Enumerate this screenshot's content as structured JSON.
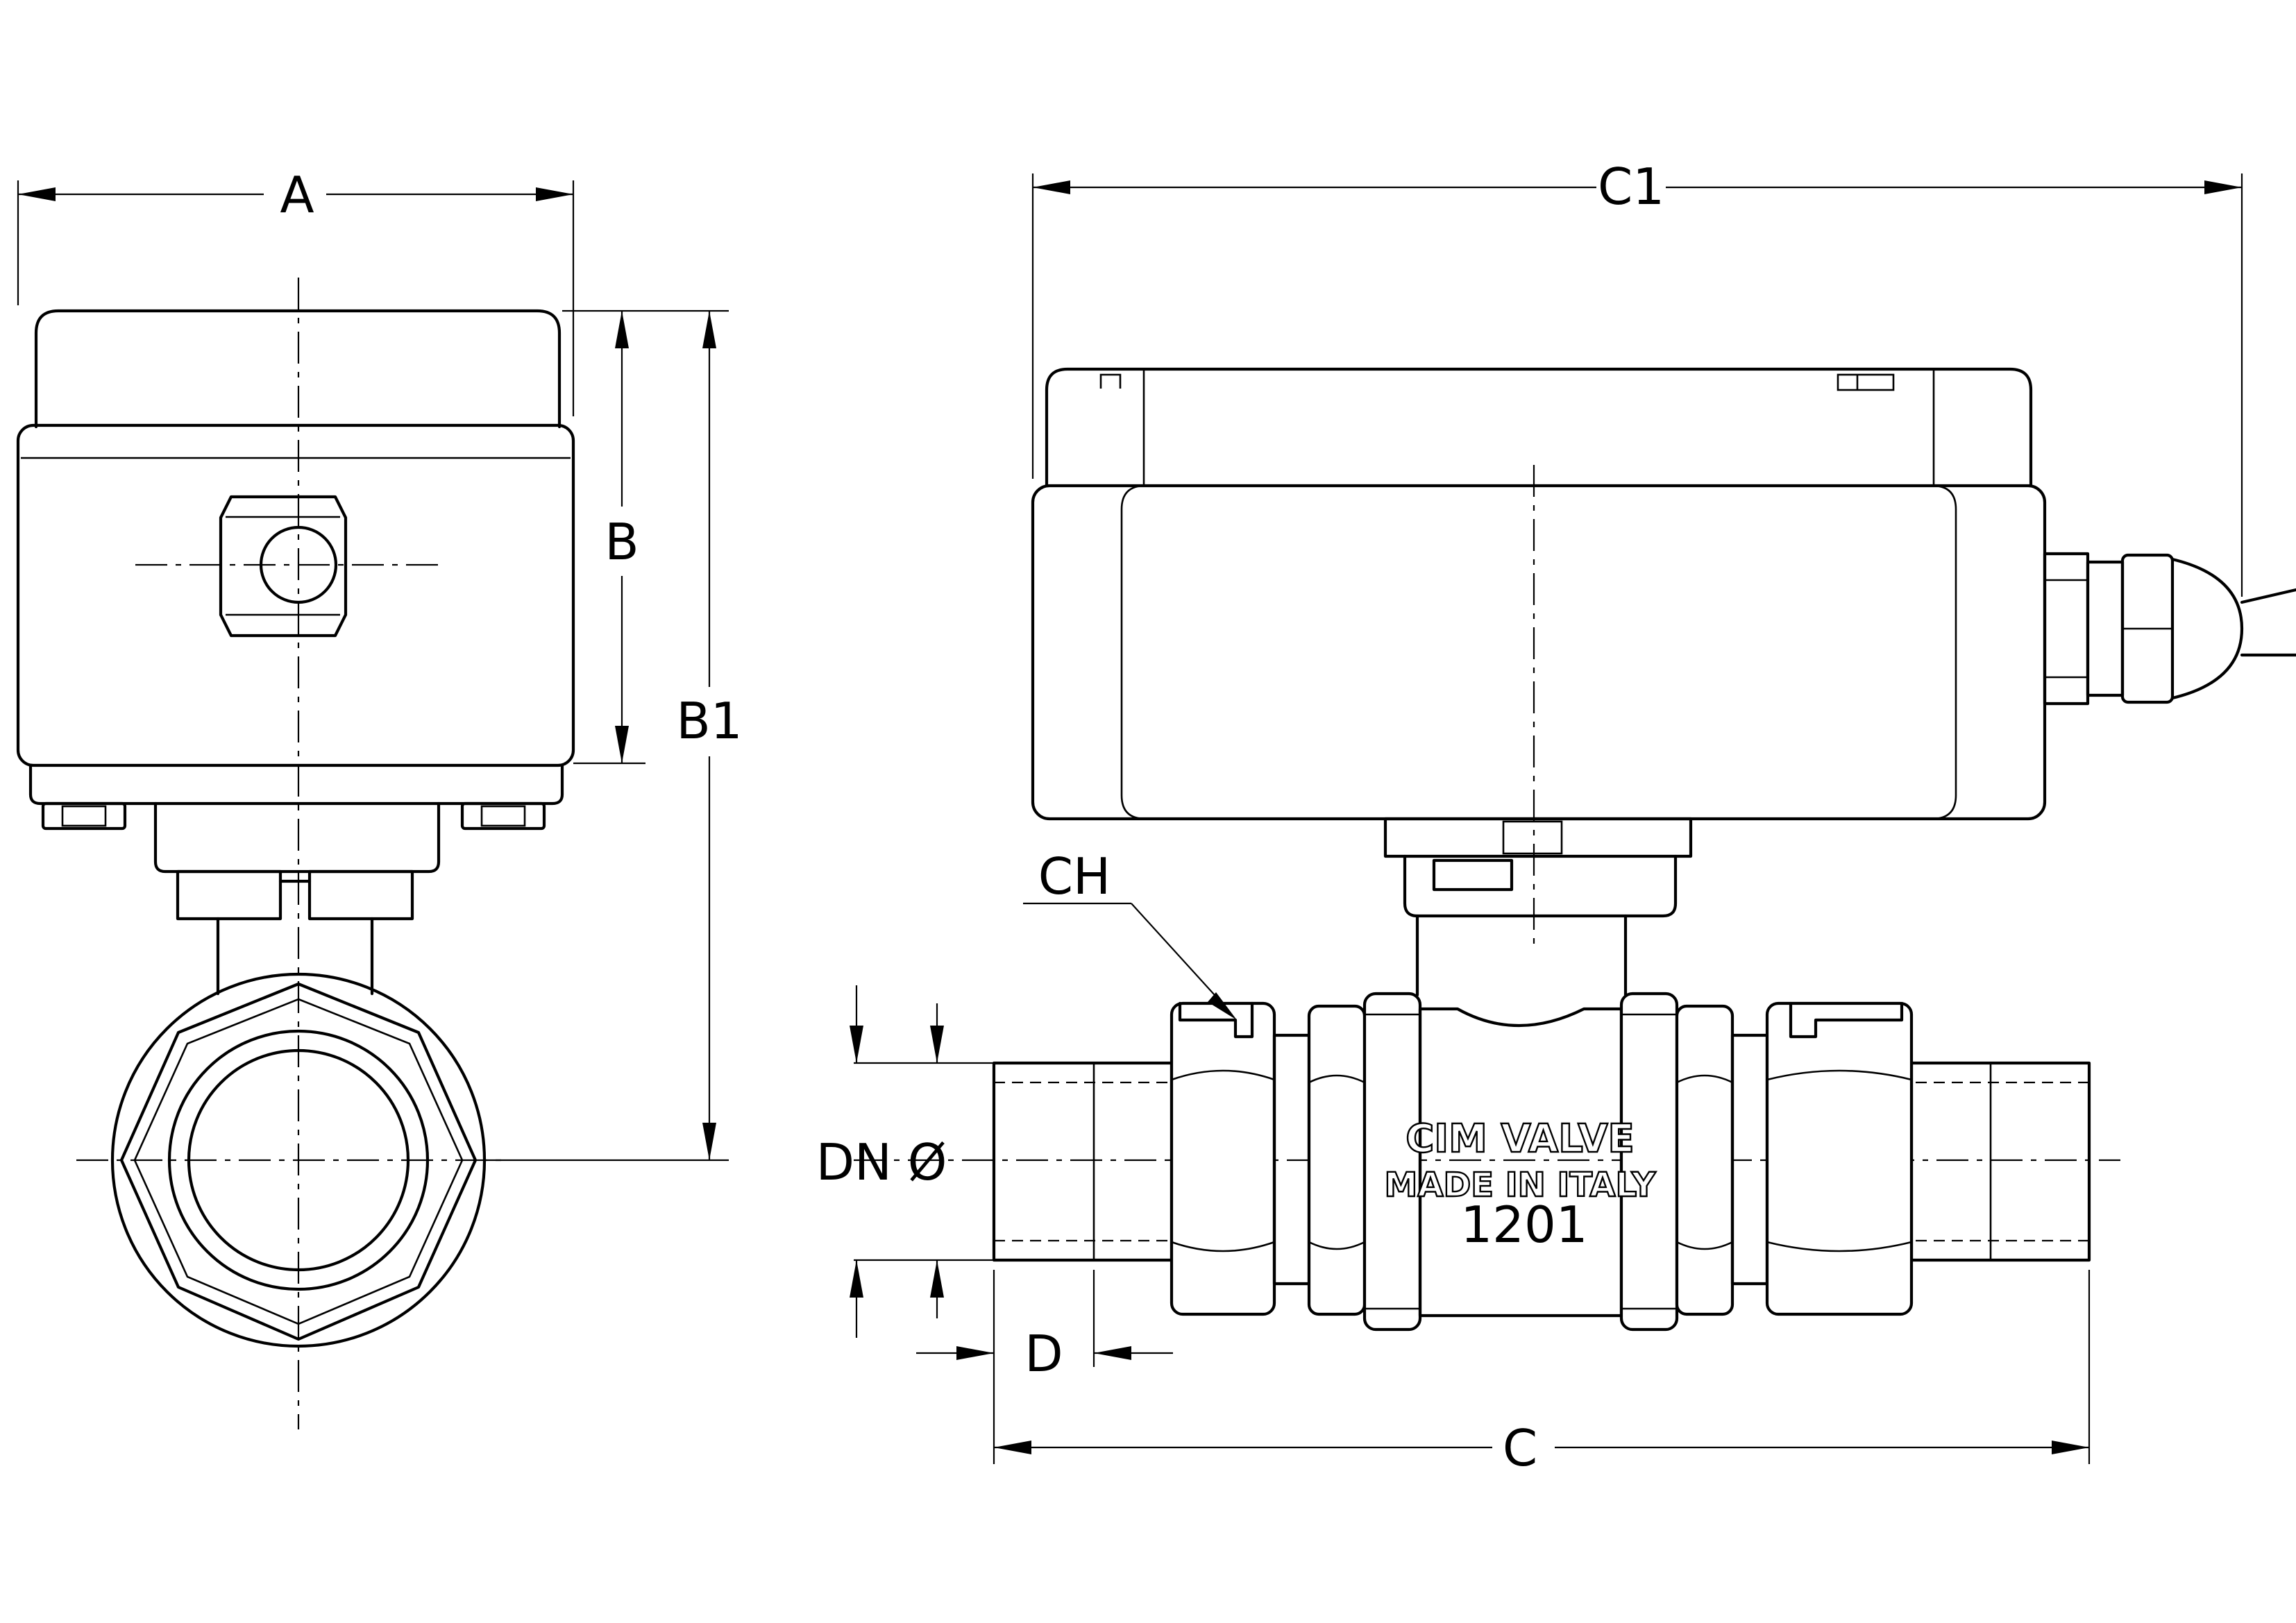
{
  "dimensions": {
    "a": "A",
    "b": "B",
    "b1": "B1",
    "c": "C",
    "c1": "C1",
    "ch": "CH",
    "d": "D",
    "dn": "DN Ø"
  },
  "body_marking": {
    "brand": "CIM VALVE",
    "origin": "MADE IN ITALY",
    "code": "1201"
  },
  "colors": {
    "line": "#000000",
    "background": "#ffffff"
  }
}
